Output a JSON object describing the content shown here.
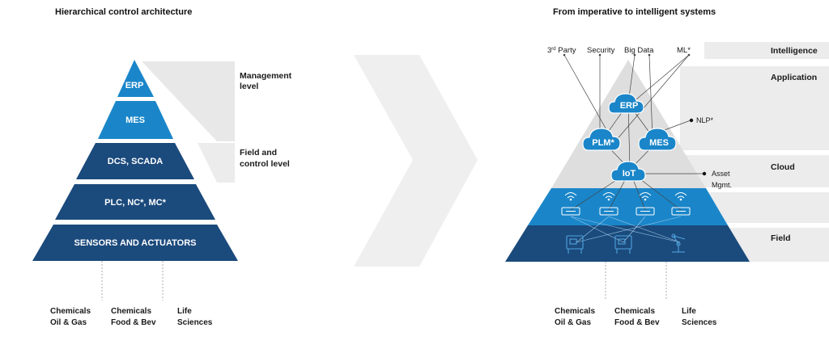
{
  "left": {
    "title": "Hierarchical control architecture",
    "levels": {
      "erp": "ERP",
      "mes": "MES",
      "dcs": "DCS, SCADA",
      "plc": "PLC, NC*, MC*",
      "sensors": "SENSORS AND ACTUATORS"
    },
    "side_labels": {
      "management_1": "Management",
      "management_2": "level",
      "field_1": "Field and",
      "field_2": "control level"
    }
  },
  "right": {
    "title": "From imperative to intelligent systems",
    "sources": {
      "third_party_base": "3",
      "third_party_sup": "rd",
      "third_party_rest": " Party",
      "security": "Security",
      "big_data": "Big Data",
      "ml": "ML*"
    },
    "clouds": {
      "erp": "ERP",
      "plm": "PLM*",
      "mes": "MES",
      "iot": "IoT"
    },
    "nlp": "NLP*",
    "asset_1": "Asset",
    "asset_2": "Mgmt.",
    "bands": {
      "intelligence": "Intelligence",
      "application": "Application",
      "cloud": "Cloud",
      "field": "Field"
    }
  },
  "industries": {
    "col1_1": "Chemicals",
    "col1_2": "Oil & Gas",
    "col2_1": "Chemicals",
    "col2_2": "Food & Bev",
    "col3_1": "Life",
    "col3_2": "Sciences"
  },
  "colors": {
    "light_blue": "#1a86c9",
    "dark_blue": "#1b4a7c",
    "light_gray": "#e6e6e6",
    "arrow_gray": "#efefef"
  }
}
